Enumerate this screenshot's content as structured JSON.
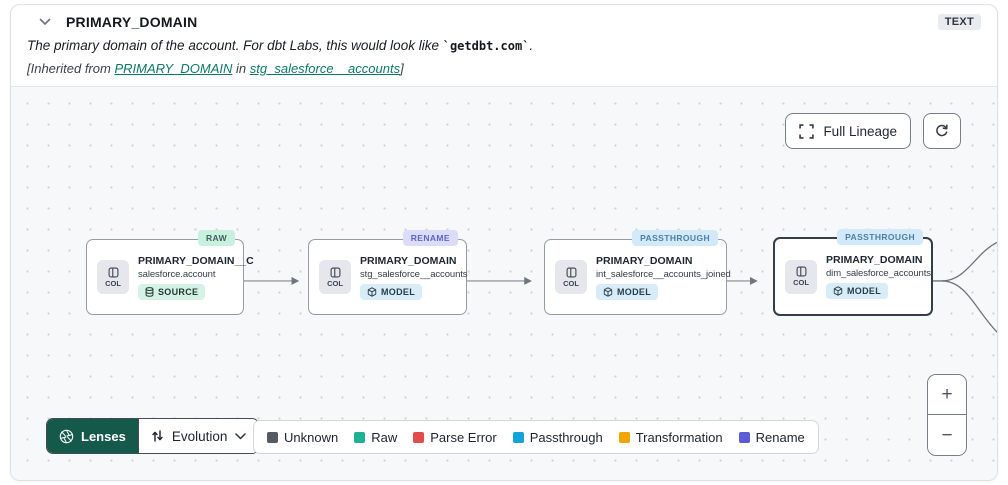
{
  "header": {
    "title": "PRIMARY_DOMAIN",
    "type_badge": "TEXT",
    "description_prefix": "The primary domain of the account. For dbt Labs, this would look like ",
    "description_code": "`getdbt.com`",
    "description_suffix": ".",
    "inherited_prefix": "[Inherited from ",
    "inherited_link_column": "PRIMARY_DOMAIN",
    "inherited_middle": " in ",
    "inherited_link_model": "stg_salesforce__accounts",
    "inherited_suffix": "]"
  },
  "toolbar": {
    "full_lineage_label": "Full Lineage"
  },
  "canvas": {
    "col_label": "COL",
    "nodes": [
      {
        "badge": "RAW",
        "title": "PRIMARY_DOMAIN__C",
        "subtitle": "salesforce.account",
        "kind": "SOURCE"
      },
      {
        "badge": "RENAME",
        "title": "PRIMARY_DOMAIN",
        "subtitle": "stg_salesforce__accounts",
        "kind": "MODEL"
      },
      {
        "badge": "PASSTHROUGH",
        "title": "PRIMARY_DOMAIN",
        "subtitle": "int_salesforce__accounts_joined",
        "kind": "MODEL"
      },
      {
        "badge": "PASSTHROUGH",
        "title": "PRIMARY_DOMAIN",
        "subtitle": "dim_salesforce_accounts",
        "kind": "MODEL"
      }
    ]
  },
  "lenses": {
    "button_label": "Lenses",
    "selected_lens": "Evolution"
  },
  "legend": {
    "items": [
      {
        "label": "Unknown",
        "color": "#555b63"
      },
      {
        "label": "Raw",
        "color": "#1db392"
      },
      {
        "label": "Parse Error",
        "color": "#e14b4b"
      },
      {
        "label": "Passthrough",
        "color": "#12a3d8"
      },
      {
        "label": "Transformation",
        "color": "#f2a400"
      },
      {
        "label": "Rename",
        "color": "#5b5bd6"
      }
    ]
  },
  "zoom": {
    "zoom_in": "+",
    "zoom_out": "−"
  }
}
